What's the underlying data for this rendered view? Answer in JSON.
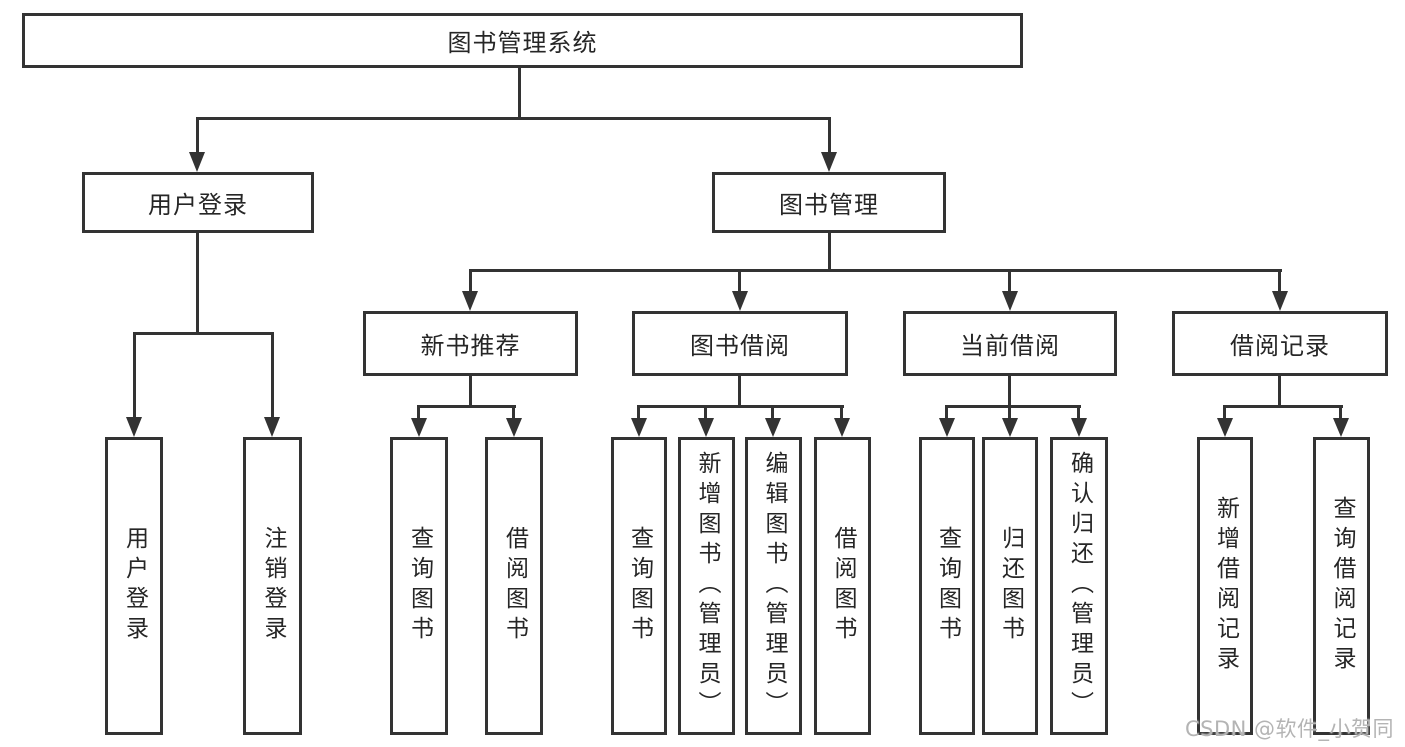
{
  "diagram": {
    "root": {
      "label": "图书管理系统"
    },
    "user_login": {
      "label": "用户登录",
      "children": {
        "login": {
          "label": "用户登录"
        },
        "logout": {
          "label": "注销登录"
        }
      }
    },
    "book_management": {
      "label": "图书管理",
      "children": {
        "new_book": {
          "label": "新书推荐",
          "children": {
            "query_book": {
              "label": "查询图书"
            },
            "borrow_book": {
              "label": "借阅图书"
            }
          }
        },
        "book_borrowing": {
          "label": "图书借阅",
          "children": {
            "query_book": {
              "label": "查询图书"
            },
            "add_book": {
              "label": "新增图书（管理员）"
            },
            "edit_book": {
              "label": "编辑图书（管理员）"
            },
            "borrow_book": {
              "label": "借阅图书"
            }
          }
        },
        "current_borrowing": {
          "label": "当前借阅",
          "children": {
            "query_book": {
              "label": "查询图书"
            },
            "return_book": {
              "label": "归还图书"
            },
            "confirm_return": {
              "label": "确认归还（管理员）"
            }
          }
        },
        "borrow_records": {
          "label": "借阅记录",
          "children": {
            "add_record": {
              "label": "新增借阅记录"
            },
            "query_record": {
              "label": "查询借阅记录"
            }
          }
        }
      }
    }
  },
  "watermark": {
    "text": "CSDN @软件_小贺同学"
  },
  "colors": {
    "line": "#333333",
    "box_border": "#333333",
    "text": "#262626",
    "watermark": "#b4b4b4",
    "background": "#ffffff"
  }
}
